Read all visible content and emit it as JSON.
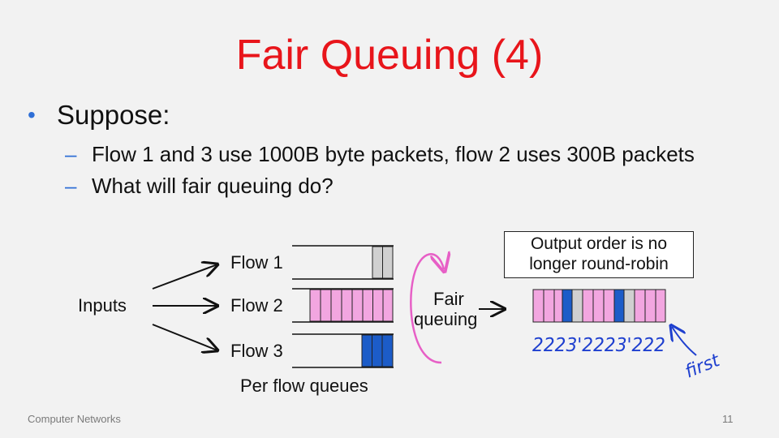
{
  "title": "Fair Queuing (4)",
  "bullet": "Suppose:",
  "sub_bullets": [
    "Flow 1 and 3 use 1000B byte packets, flow 2 uses 300B packets",
    "What will fair queuing do?"
  ],
  "diagram": {
    "inputs_label": "Inputs",
    "flows": [
      "Flow 1",
      "Flow 2",
      "Flow 3"
    ],
    "queues_label": "Per flow queues",
    "scheduler_label_line1": "Fair",
    "scheduler_label_line2": "queuing",
    "note_line1": "Output order is no",
    "note_line2": "longer round-robin",
    "handwritten_order": "2223'2223'222",
    "handwritten_first": "first",
    "colors": {
      "flow1": "#d0d0d0",
      "flow2": "#f2a6e0",
      "flow3": "#1c5cc8",
      "scheduler_arrow": "#e75fc6",
      "handwriting": "#1e3fcf"
    }
  },
  "footer": {
    "course": "Computer Networks",
    "page": "11"
  }
}
